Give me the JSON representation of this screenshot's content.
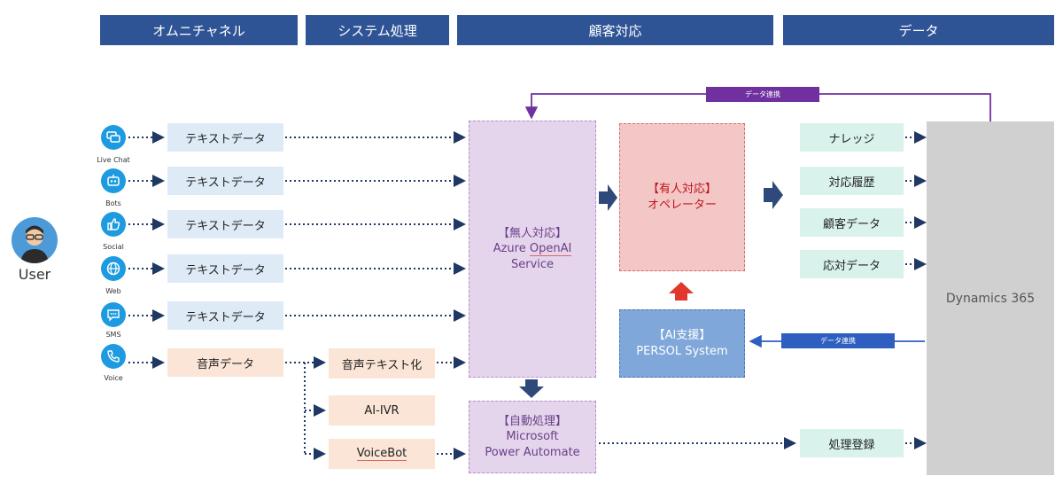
{
  "headers": {
    "omnichannel": "オムニチャネル",
    "system": "システム処理",
    "customer": "顧客対応",
    "data": "データ"
  },
  "user": {
    "label": "User"
  },
  "channels": [
    {
      "label": "Live Chat",
      "icon": "chat-icon"
    },
    {
      "label": "Bots",
      "icon": "bot-icon"
    },
    {
      "label": "Social",
      "icon": "thumbs-up-icon"
    },
    {
      "label": "Web",
      "icon": "globe-icon"
    },
    {
      "label": "SMS",
      "icon": "sms-icon"
    },
    {
      "label": "Voice",
      "icon": "phone-icon"
    }
  ],
  "data_boxes": {
    "text": "テキストデータ",
    "voice": "音声データ"
  },
  "system_boxes": {
    "speech_to_text": "音声テキスト化",
    "ai_ivr": "AI-IVR",
    "voicebot": "VoiceBot"
  },
  "unmanned": {
    "line1": "【無人対応】",
    "line2a": "Azure ",
    "line2b": "OpenAI",
    "line3": "Service"
  },
  "automation": {
    "line1": "【自動処理】",
    "line2": "Microsoft",
    "line3": "Power Automate"
  },
  "operator": {
    "line1": "【有人対応】",
    "line2": "オペレーター"
  },
  "ai_support": {
    "line1": "【AI支援】",
    "line2": "PERSOL System"
  },
  "data_items": {
    "knowledge": "ナレッジ",
    "history": "対応履歴",
    "customer": "顧客データ",
    "response": "応対データ",
    "registration": "処理登録"
  },
  "dynamics": {
    "label": "Dynamics 365"
  },
  "tags": {
    "top": "データ連携",
    "mid": "データ連携"
  },
  "colors": {
    "header": "#2f5496",
    "icon": "#1e9be0",
    "purple_tag": "#7030a0",
    "blue_tag": "#2e5fc0",
    "arrow": "#2f4a7a",
    "red_arrow": "#e0382f"
  }
}
